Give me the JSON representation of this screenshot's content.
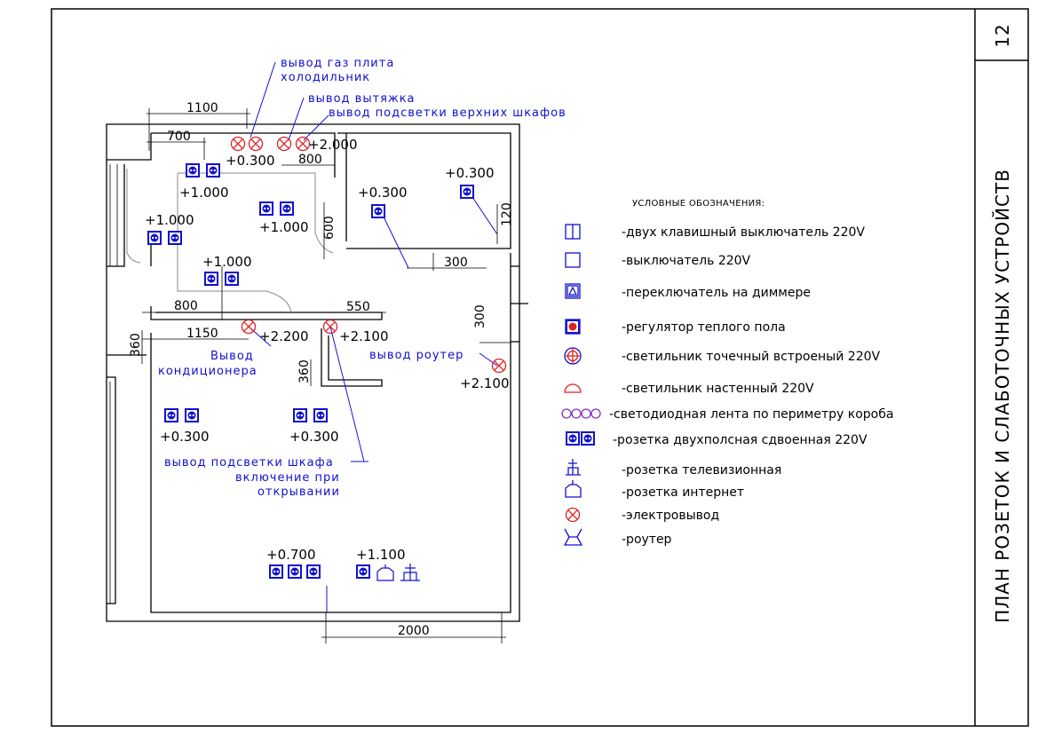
{
  "sheet": {
    "number": "12",
    "title": "ПЛАН РОЗЕТОК И СЛАБОТОЧНЫХ УСТРОЙСТВ"
  },
  "dimensions": {
    "d1100": "1100",
    "d700": "700",
    "d800_top": "800",
    "d600": "600",
    "d120": "120",
    "d300_bath": "300",
    "d800_left": "800",
    "d550": "550",
    "d300_right": "300",
    "d360_left": "360",
    "d1150": "1150",
    "d360_inner": "360",
    "d2000": "2000"
  },
  "heights": {
    "h_gas": "+0.300",
    "h_hood": "+2.000",
    "h_kitchen_socket": "+1.000",
    "h_kitchen_socket2": "+1.000",
    "h_left_socket": "+1.000",
    "h_mid_socket": "+1.000",
    "h_bath1": "+0.300",
    "h_bath2": "+0.300",
    "h_ac": "+2.200",
    "h_cab": "+2.100",
    "h_router": "+2.100",
    "h_room_left": "+0.300",
    "h_room_mid": "+0.300",
    "h_bottom_sockets": "+0.700",
    "h_bottom_tv": "+1.100"
  },
  "notes": {
    "gas": "вывод газ плита",
    "fridge": "холодильник",
    "hood": "вывод вытяжка",
    "upper_lights": "вывод подсветки верхних шкафов",
    "ac1": "Вывод",
    "ac2": "кондиционера",
    "router": "вывод роутер",
    "cab1": "вывод подсветки шкафа",
    "cab2": "включение при",
    "cab3": "открывании"
  },
  "legend": {
    "title": "УСЛОВНЫЕ ОБОЗНАЧЕНИЯ:",
    "items": [
      {
        "icon": "double-switch-icon",
        "label": "-двух клавишный выключатель 220V"
      },
      {
        "icon": "switch-icon",
        "label": "-выключатель 220V"
      },
      {
        "icon": "dimmer-switch-icon",
        "label": "-переключатель на диммере"
      },
      {
        "icon": "floor-heating-regulator-icon",
        "label": "-регулятор теплого пола"
      },
      {
        "icon": "spotlight-icon",
        "label": "-светильник точечный встроеный 220V"
      },
      {
        "icon": "wall-lamp-icon",
        "label": "-светильник настенный 220V"
      },
      {
        "icon": "led-strip-icon",
        "label": "-светодиодная лента по периметру короба"
      },
      {
        "icon": "double-socket-icon",
        "label": "-розетка двухполсная сдвоенная 220V"
      },
      {
        "icon": "tv-socket-icon",
        "label": "-розетка телевизионная"
      },
      {
        "icon": "internet-socket-icon",
        "label": "-розетка интернет"
      },
      {
        "icon": "electrical-outlet-icon",
        "label": "-электровывод"
      },
      {
        "icon": "router-icon",
        "label": "-роутер"
      }
    ]
  },
  "colors": {
    "socket_blue": "#1010d0",
    "outlet_red": "#e02020",
    "lines": "#000000"
  }
}
